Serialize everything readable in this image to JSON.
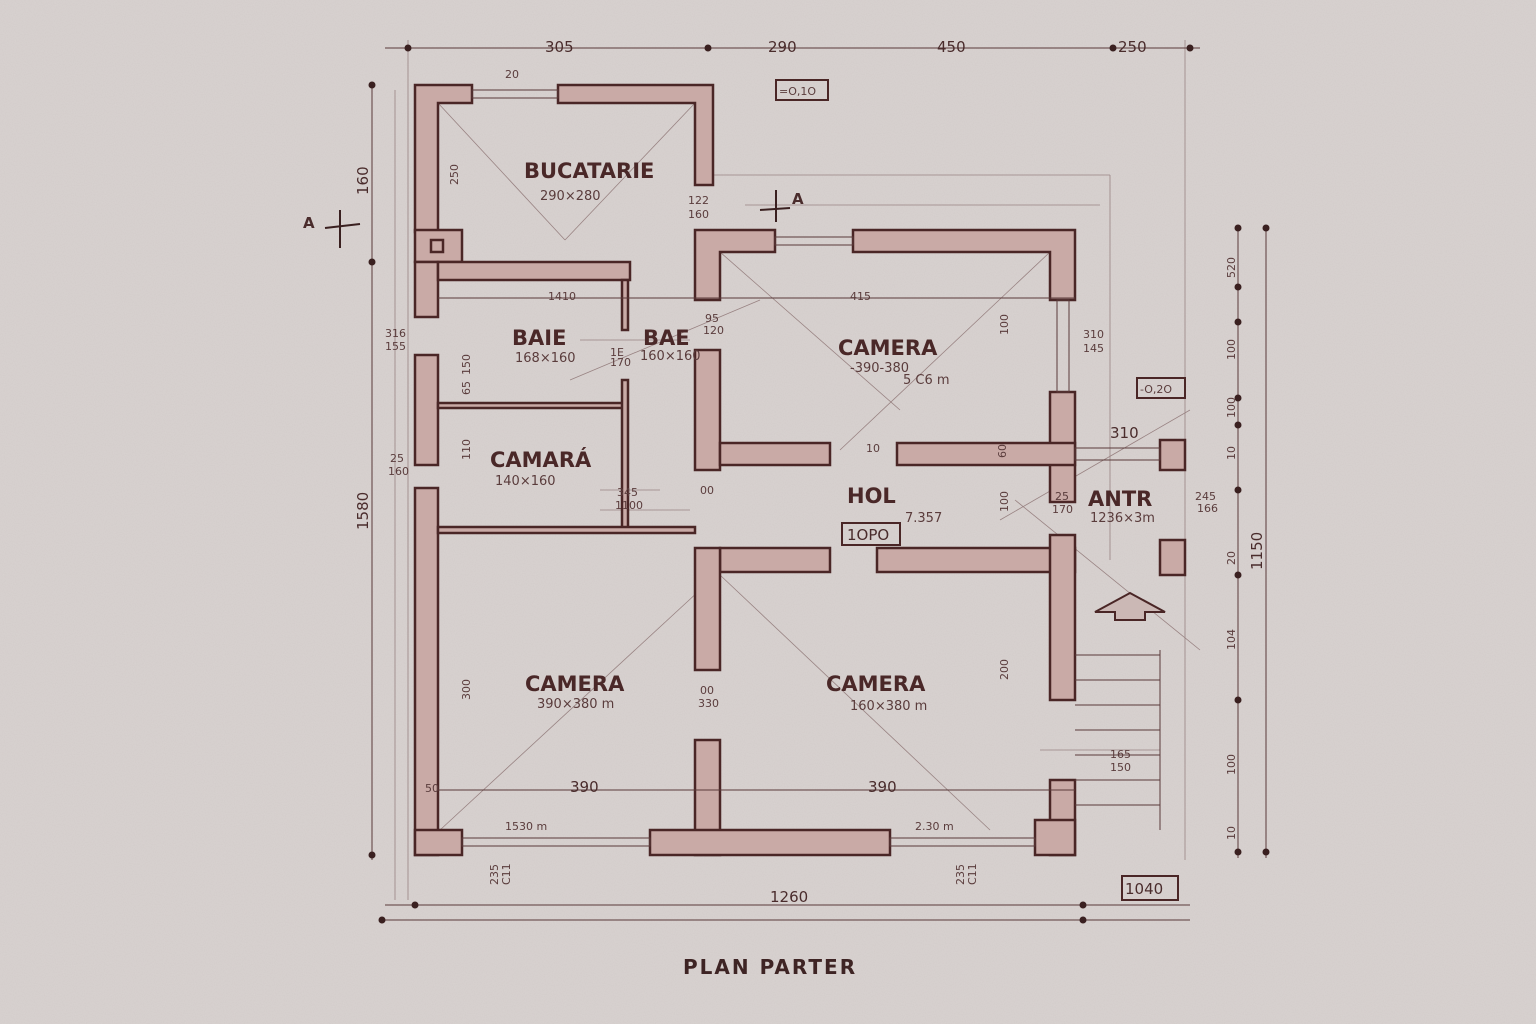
{
  "title": "PLAN PARTER",
  "colors": {
    "paper": "#d9d3d1",
    "wall_fill": "#c9aaa6",
    "ink": "#4a2626"
  },
  "rooms": {
    "bucatarie": {
      "name": "BUCATARIE",
      "size": "290×280"
    },
    "baie": {
      "name": "BAIE",
      "size": "168×160"
    },
    "bae": {
      "name": "BAE",
      "size": "160×160"
    },
    "camara": {
      "name": "CAMARÁ",
      "size": "140×160"
    },
    "camera_top": {
      "name": "CAMERA",
      "size": "-390-380",
      "area": "5 C6 m"
    },
    "hol": {
      "name": "HOL",
      "size": "7.357",
      "level": "1OPO"
    },
    "antr": {
      "name": "ANTR",
      "size": "1236×3m"
    },
    "camera_left": {
      "name": "CAMERA",
      "size": "390×380 m"
    },
    "camera_right": {
      "name": "CAMERA",
      "size": "160×380 m"
    }
  },
  "dimensions": {
    "top": [
      "305",
      "290",
      "450",
      "250"
    ],
    "bottom_total": "1260",
    "left_total": "1580",
    "left_upper": "160",
    "right_total": "1150",
    "right_segments": [
      "520",
      "100",
      "100",
      "10",
      "20",
      "104",
      "100",
      "10"
    ],
    "kitchen_window": "20",
    "kitchen_height": "250",
    "door_kitchen": [
      "122",
      "160"
    ],
    "baie_width": "1410",
    "camera_width": "415",
    "door_bae": [
      "95",
      "120"
    ],
    "door_baie": [
      "1E",
      "170"
    ],
    "window_left_1": [
      "316",
      "155"
    ],
    "window_left_2": [
      "25",
      "160"
    ],
    "wall_65": "65",
    "baie_h": "150",
    "camara_h": "110",
    "door_camara": [
      "345",
      "1100"
    ],
    "door_hol": "00",
    "camera_h": "100",
    "window_right": [
      "310",
      "145"
    ],
    "antr_w": "310",
    "antr_door": [
      "25",
      "170"
    ],
    "antr_right": [
      "245",
      "166"
    ],
    "wall_60": "60",
    "hol_door": "10",
    "hol_door2": "100",
    "lower_h": "300",
    "lower_right_h": "200",
    "door_lower": [
      "00",
      "330"
    ],
    "room_widths": [
      "390",
      "390"
    ],
    "wall_50": "50",
    "stair": [
      "165",
      "150"
    ],
    "bottom_windows": [
      "1530 m",
      "2.30 m"
    ],
    "sill": [
      "235",
      "C11"
    ],
    "level_top": "=O,1O",
    "level_right": "-O,2O",
    "level_bottom": "1040",
    "section_mark": "A"
  }
}
